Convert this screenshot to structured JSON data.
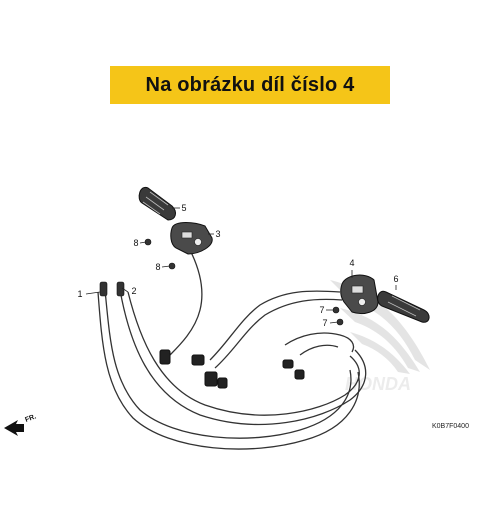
{
  "banner": {
    "text": "Na obrázku díl číslo 4",
    "color": "#f5c518"
  },
  "diagram": {
    "callouts": [
      {
        "id": "c1",
        "label": "1"
      },
      {
        "id": "c2",
        "label": "2"
      },
      {
        "id": "c3",
        "label": "3"
      },
      {
        "id": "c4",
        "label": "4"
      },
      {
        "id": "c5",
        "label": "5"
      },
      {
        "id": "c6",
        "label": "6"
      },
      {
        "id": "c7a",
        "label": "7"
      },
      {
        "id": "c7b",
        "label": "7"
      },
      {
        "id": "c8a",
        "label": "8"
      },
      {
        "id": "c8b",
        "label": "8"
      }
    ],
    "front_marker": "FR.",
    "watermark": "HONDA",
    "figure_code": "K0B7F0400"
  }
}
